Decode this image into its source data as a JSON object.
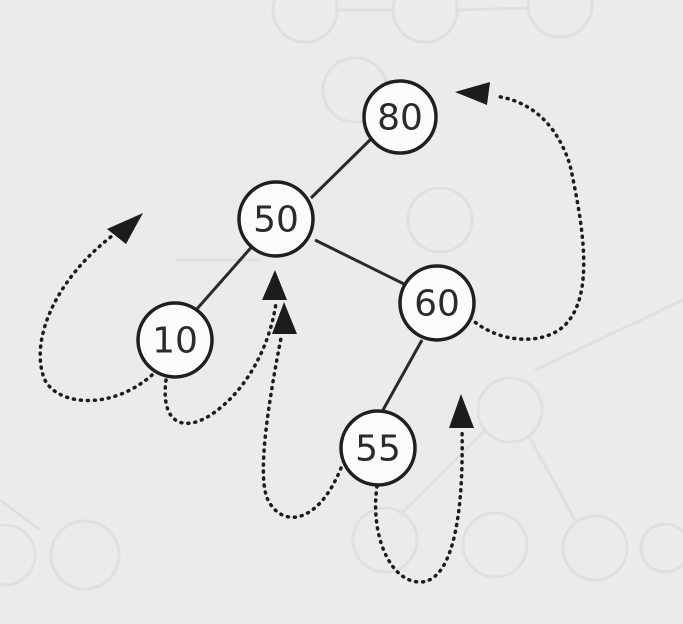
{
  "nodes": [
    {
      "id": "n80",
      "label": "80"
    },
    {
      "id": "n50",
      "label": "50"
    },
    {
      "id": "n60",
      "label": "60"
    },
    {
      "id": "n10",
      "label": "10"
    },
    {
      "id": "n55",
      "label": "55"
    }
  ],
  "edges": [
    {
      "from": "80",
      "to": "50"
    },
    {
      "from": "50",
      "to": "10"
    },
    {
      "from": "50",
      "to": "60"
    },
    {
      "from": "60",
      "to": "55"
    }
  ],
  "threads": [
    {
      "from": "10",
      "to": null
    },
    {
      "from": "10",
      "to": "50"
    },
    {
      "from": "55",
      "to": "50"
    },
    {
      "from": "55",
      "to": "60"
    },
    {
      "from": "60",
      "to": "80"
    }
  ],
  "colors": {
    "background": "#ebebeb",
    "stroke": "#1f1f1f",
    "node_fill": "#fbfbfb"
  }
}
